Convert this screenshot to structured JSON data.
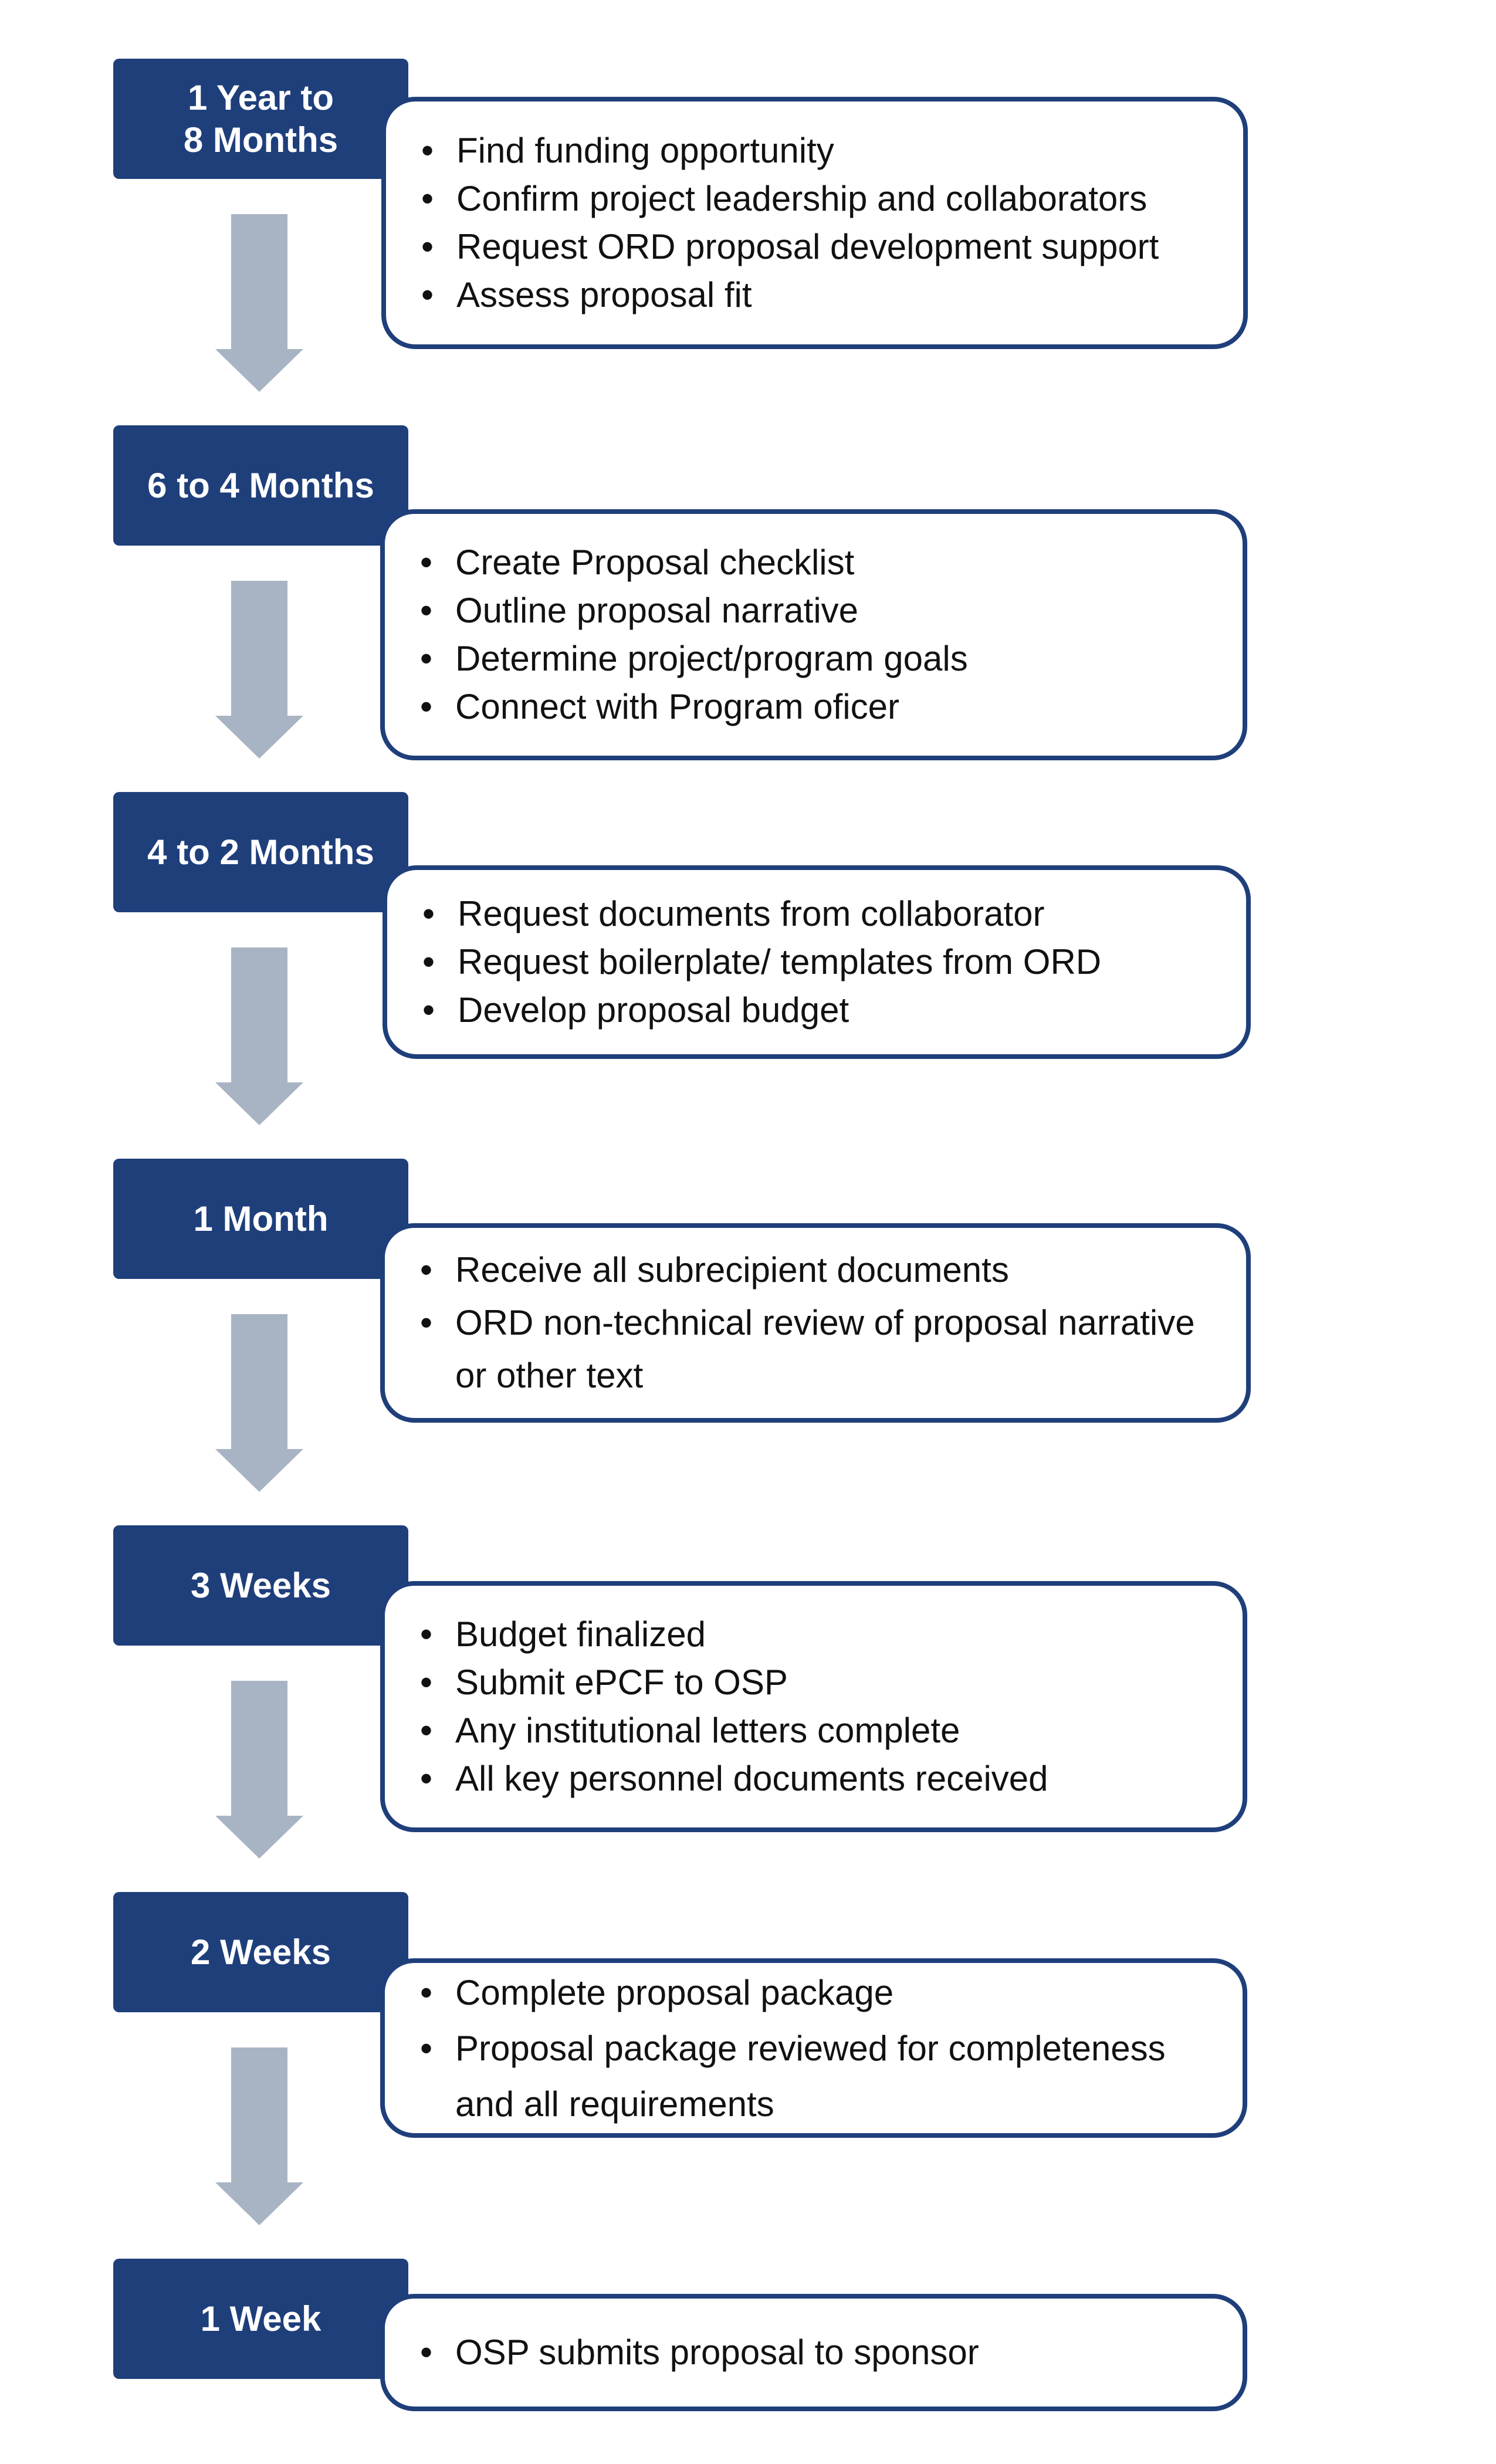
{
  "colors": {
    "label_fill": "#1f3f7b",
    "box_border": "#1f3f7b",
    "arrow_fill": "#a8b4c3",
    "text": "#111111",
    "label_text": "#ffffff"
  },
  "arrow_icon": "down-arrow-icon",
  "stages": [
    {
      "label": "1 Year to\n8 Months",
      "items": [
        "Find funding opportunity",
        "Confirm project leadership and collaborators",
        "Request ORD proposal development support",
        "Assess proposal fit"
      ]
    },
    {
      "label": "6 to 4 Months",
      "items": [
        "Create Proposal checklist",
        "Outline proposal narrative",
        "Determine project/program goals",
        "Connect with Program oficer"
      ]
    },
    {
      "label": "4 to 2 Months",
      "items": [
        "Request documents from collaborator",
        "Request boilerplate/ templates from ORD",
        "Develop proposal budget"
      ]
    },
    {
      "label": "1 Month",
      "items": [
        "Receive all subrecipient documents",
        "ORD non-technical review of proposal narrative or other text"
      ]
    },
    {
      "label": "3 Weeks",
      "items": [
        "Budget finalized",
        "Submit ePCF to OSP",
        "Any institutional letters complete",
        "All key personnel documents received"
      ]
    },
    {
      "label": "2 Weeks",
      "items": [
        "Complete proposal package",
        "Proposal package reviewed for completeness and all requirements"
      ]
    },
    {
      "label": "1 Week",
      "items": [
        "OSP submits proposal to sponsor"
      ]
    }
  ]
}
